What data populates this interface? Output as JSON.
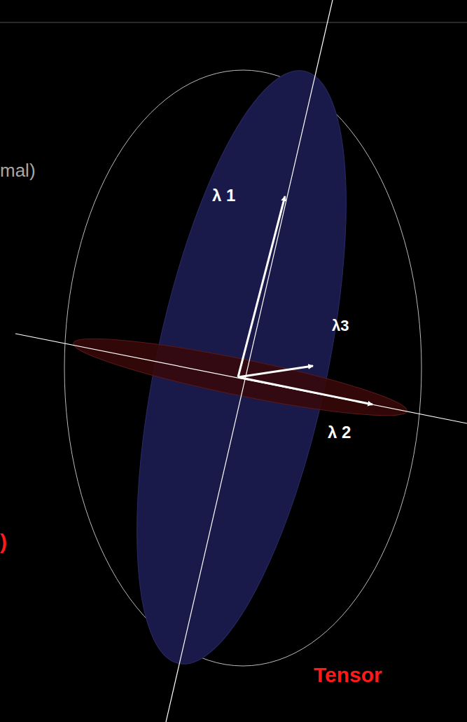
{
  "diagram": {
    "labels": [
      "mal)",
      "λ 1",
      "λ3",
      "λ 2",
      ")",
      "Tensor"
    ]
  }
}
